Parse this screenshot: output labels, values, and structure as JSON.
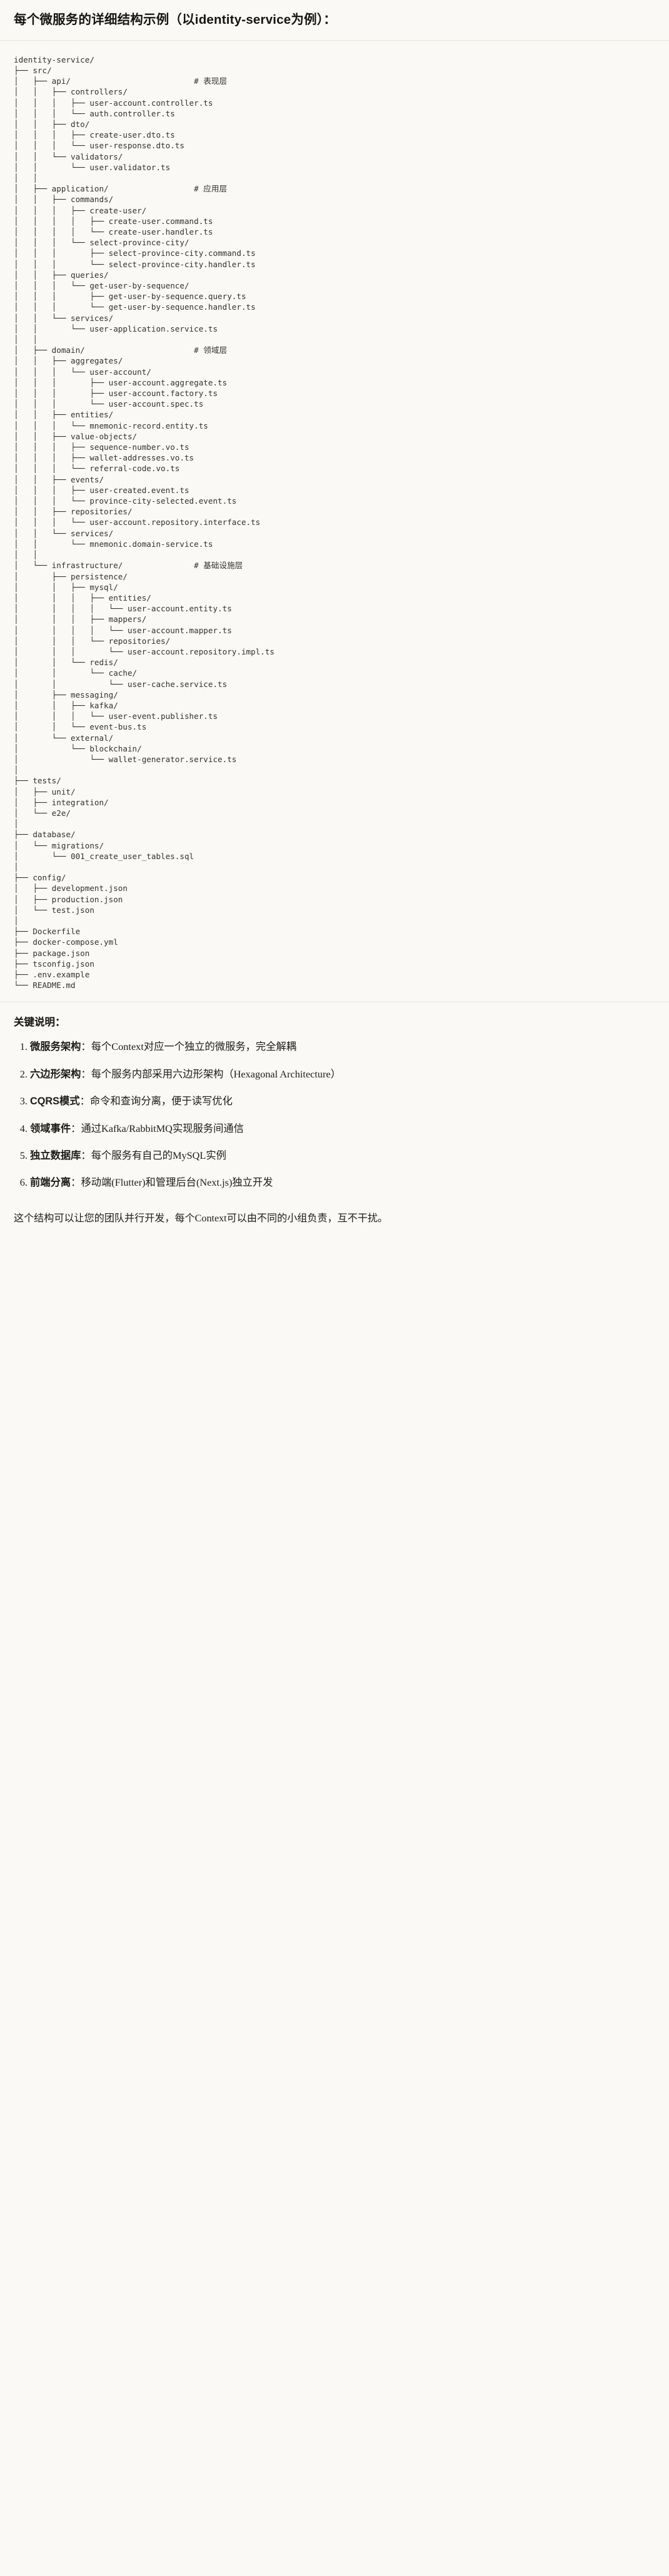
{
  "section": {
    "title": "每个微服务的详细结构示例（以identity-service为例）："
  },
  "tree": {
    "root": "identity-service/",
    "text": "identity-service/\n├── src/\n│   ├── api/                          # 表现层\n│   │   ├── controllers/\n│   │   │   ├── user-account.controller.ts\n│   │   │   └── auth.controller.ts\n│   │   ├── dto/\n│   │   │   ├── create-user.dto.ts\n│   │   │   └── user-response.dto.ts\n│   │   └── validators/\n│   │       └── user.validator.ts\n│   │\n│   ├── application/                  # 应用层\n│   │   ├── commands/\n│   │   │   ├── create-user/\n│   │   │   │   ├── create-user.command.ts\n│   │   │   │   └── create-user.handler.ts\n│   │   │   └── select-province-city/\n│   │   │       ├── select-province-city.command.ts\n│   │   │       └── select-province-city.handler.ts\n│   │   ├── queries/\n│   │   │   └── get-user-by-sequence/\n│   │   │       ├── get-user-by-sequence.query.ts\n│   │   │       └── get-user-by-sequence.handler.ts\n│   │   └── services/\n│   │       └── user-application.service.ts\n│   │\n│   ├── domain/                       # 领域层\n│   │   ├── aggregates/\n│   │   │   └── user-account/\n│   │   │       ├── user-account.aggregate.ts\n│   │   │       ├── user-account.factory.ts\n│   │   │       └── user-account.spec.ts\n│   │   ├── entities/\n│   │   │   └── mnemonic-record.entity.ts\n│   │   ├── value-objects/\n│   │   │   ├── sequence-number.vo.ts\n│   │   │   ├── wallet-addresses.vo.ts\n│   │   │   └── referral-code.vo.ts\n│   │   ├── events/\n│   │   │   ├── user-created.event.ts\n│   │   │   └── province-city-selected.event.ts\n│   │   ├── repositories/\n│   │   │   └── user-account.repository.interface.ts\n│   │   └── services/\n│   │       └── mnemonic.domain-service.ts\n│   │\n│   └── infrastructure/               # 基础设施层\n│       ├── persistence/\n│       │   ├── mysql/\n│       │   │   ├── entities/\n│       │   │   │   └── user-account.entity.ts\n│       │   │   ├── mappers/\n│       │   │   │   └── user-account.mapper.ts\n│       │   │   └── repositories/\n│       │   │       └── user-account.repository.impl.ts\n│       │   └── redis/\n│       │       └── cache/\n│       │           └── user-cache.service.ts\n│       ├── messaging/\n│       │   ├── kafka/\n│       │   │   └── user-event.publisher.ts\n│       │   └── event-bus.ts\n│       └── external/\n│           └── blockchain/\n│               └── wallet-generator.service.ts\n│\n├── tests/\n│   ├── unit/\n│   ├── integration/\n│   └── e2e/\n│\n├── database/\n│   └── migrations/\n│       └── 001_create_user_tables.sql\n│\n├── config/\n│   ├── development.json\n│   ├── production.json\n│   └── test.json\n│\n├── Dockerfile\n├── docker-compose.yml\n├── package.json\n├── tsconfig.json\n├── .env.example\n└── README.md"
  },
  "keys": {
    "title": "关键说明：",
    "items": [
      {
        "term": "微服务架构",
        "sep": "：",
        "desc": "每个Context对应一个独立的微服务，完全解耦"
      },
      {
        "term": "六边形架构",
        "sep": "：",
        "desc": "每个服务内部采用六边形架构（Hexagonal Architecture）"
      },
      {
        "term": "CQRS模式",
        "sep": "：",
        "desc": "命令和查询分离，便于读写优化"
      },
      {
        "term": "领域事件",
        "sep": "：",
        "desc": "通过Kafka/RabbitMQ实现服务间通信"
      },
      {
        "term": "独立数据库",
        "sep": "：",
        "desc": "每个服务有自己的MySQL实例"
      },
      {
        "term": "前端分离",
        "sep": "：",
        "desc": "移动端(Flutter)和管理后台(Next.js)独立开发"
      }
    ]
  },
  "closing": {
    "text": "这个结构可以让您的团队并行开发，每个Context可以由不同的小组负责，互不干扰。"
  },
  "colors": {
    "background": "#faf9f5",
    "text": "#1a1915",
    "tree_text": "#33322c",
    "rule": "#e7e4da"
  }
}
